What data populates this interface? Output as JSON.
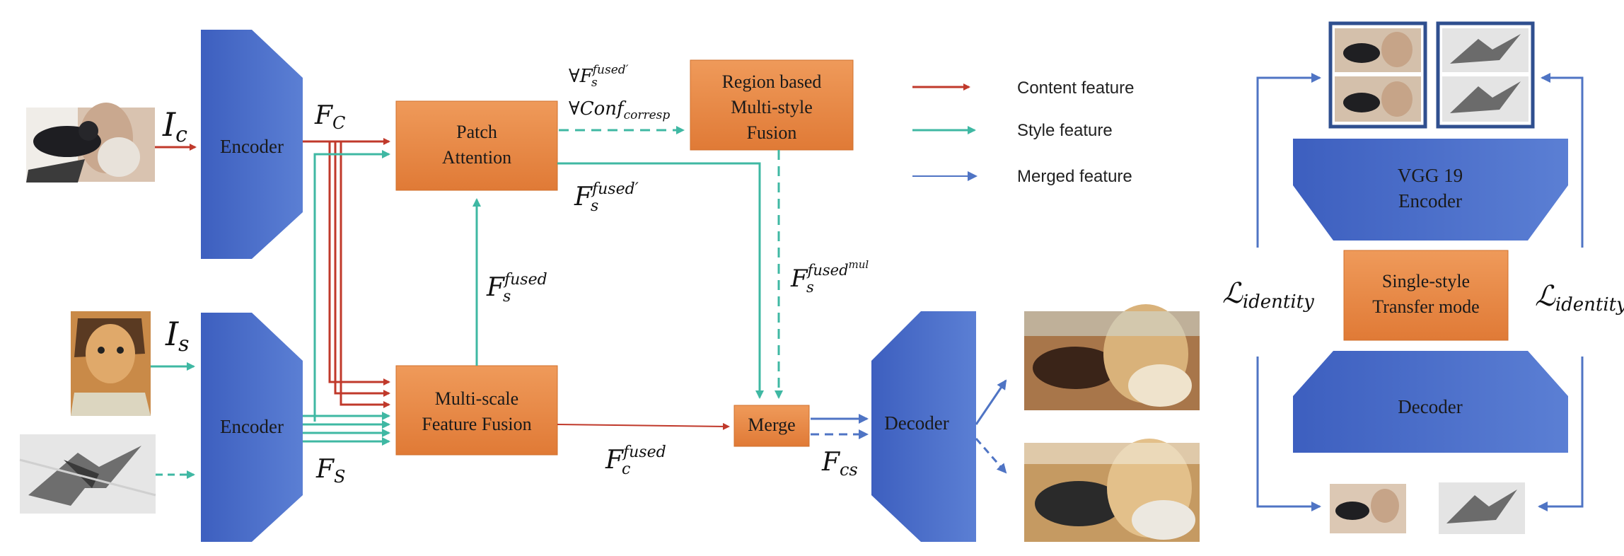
{
  "encoders": {
    "top_label": "Encoder",
    "bottom_label": "Encoder"
  },
  "decoder": {
    "label": "Decoder"
  },
  "boxes": {
    "patch_attention": [
      "Patch",
      "Attention"
    ],
    "region_fusion": [
      "Region based",
      "Multi-style",
      "Fusion"
    ],
    "multiscale_fusion": [
      "Multi-scale",
      "Feature Fusion"
    ],
    "merge": "Merge"
  },
  "math_labels": {
    "I_c": "I",
    "I_c_sub": "c",
    "I_s": "I",
    "I_s_sub": "s",
    "F_C": "F",
    "F_C_sub": "C",
    "F_S": "F",
    "F_S_sub": "S",
    "F_s_fused": "F",
    "F_s_fused_sub": "s",
    "F_s_fused_sup": "fused",
    "F_s_fused_prime_sup": "fused′",
    "forall_F": "∀F",
    "forall_conf": "∀Conf",
    "conf_sub": "corresp",
    "F_s_fused_mul_sup": "fused",
    "mul_sup": "mul",
    "F_c_fused": "F",
    "F_c_fused_sub": "c",
    "F_cs": "F",
    "F_cs_sub": "cs",
    "L_identity": "ℒ",
    "L_identity_sub": "identity"
  },
  "legend": [
    {
      "label": "Content feature",
      "color": "#c0392b",
      "style": "solid"
    },
    {
      "label": "Style feature",
      "color": "#3fb8a3",
      "style": "solid"
    },
    {
      "label": "Merged feature",
      "color": "#4f74c4",
      "style": "solid"
    }
  ],
  "right_panel": {
    "vgg_label": [
      "VGG 19",
      "Encoder"
    ],
    "single_style_label": [
      "Single-style",
      "Transfer mode"
    ],
    "decoder_label": "Decoder"
  },
  "colors": {
    "encoder_blue": "#4468c4",
    "orange": "#e8843f",
    "content_red": "#c0392b",
    "style_teal": "#3fb8a3",
    "merged_blue": "#4f74c4",
    "frame_blue": "#2f4f8f"
  },
  "images": {
    "content": "bird-man-photo",
    "style_portrait": "cubist-portrait",
    "style_sketch": "eagle-sketch",
    "output_1": "stylized-output-1",
    "output_2": "stylized-output-2"
  }
}
